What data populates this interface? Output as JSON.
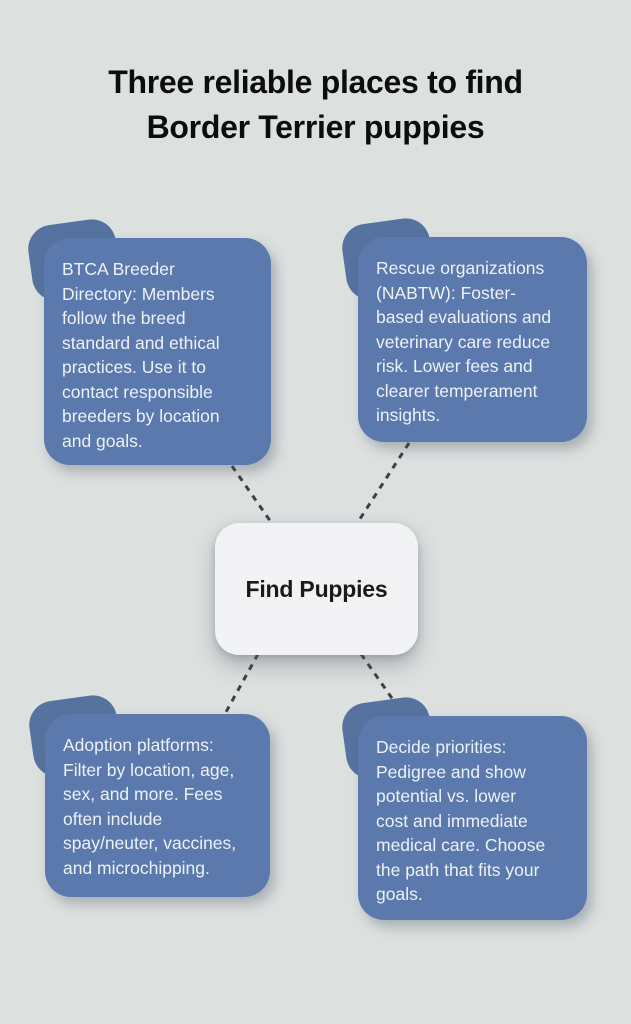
{
  "title": "Three reliable places to find\nBorder Terrier puppies",
  "center": {
    "label": "Find Puppies"
  },
  "nodes": [
    {
      "id": "btca-breeder-directory",
      "position": "top-left",
      "text": "BTCA Breeder\nDirectory: Members\nfollow the breed\nstandard and ethical\npractices. Use it to\ncontact responsible\nbreeders by location\nand goals."
    },
    {
      "id": "rescue-organizations",
      "position": "top-right",
      "text": "Rescue organizations\n(NABTW): Foster-\nbased evaluations and\nveterinary care reduce\nrisk. Lower fees and\nclearer temperament\ninsights."
    },
    {
      "id": "adoption-platforms",
      "position": "bottom-left",
      "text": "Adoption platforms:\nFilter by location, age,\nsex, and more. Fees\noften include\nspay/neuter, vaccines,\nand microchipping."
    },
    {
      "id": "decide-priorities",
      "position": "bottom-right",
      "text": "Decide priorities:\nPedigree and show\npotential vs. lower\ncost and immediate\nmedical care. Choose\nthe path that fits your\ngoals."
    }
  ],
  "colors": {
    "background": "#dce0df",
    "node_fill": "#5b79ac",
    "node_accent": "#56739f",
    "node_text": "#edf1f8",
    "center_fill": "#f2f3f4",
    "center_text": "#1a1a1a",
    "connector": "#3e4043",
    "title_text": "#0d0d0d"
  }
}
